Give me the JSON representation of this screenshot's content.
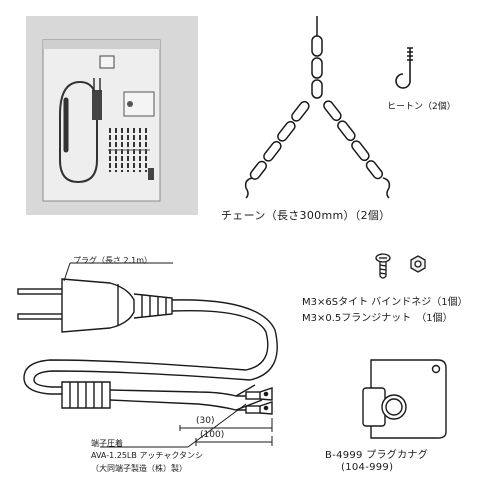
{
  "labels": {
    "hook": "ヒートン（2個）",
    "chain": "チェーン（長さ300mm）（2個）",
    "plug": "プラグ（長さ 2.1m）",
    "screw": "M3×6Sタイト バインドネジ（1個）",
    "nut": "M3×0.5フランジナット　（1個）",
    "dim_30": "(30)",
    "dim_100": "(100)",
    "terminal_1": "端子圧着",
    "terminal_2": "AVA-1.25LB アッチャクタンシ",
    "terminal_3": "（大同端子製造（株）製）",
    "cap_1": "B-4999 プラグカナグ",
    "cap_2": "(104-999)"
  },
  "colors": {
    "line": "#1a1a1a",
    "photo_bg": "#dcdcdc",
    "photo_panel": "#ececec"
  }
}
